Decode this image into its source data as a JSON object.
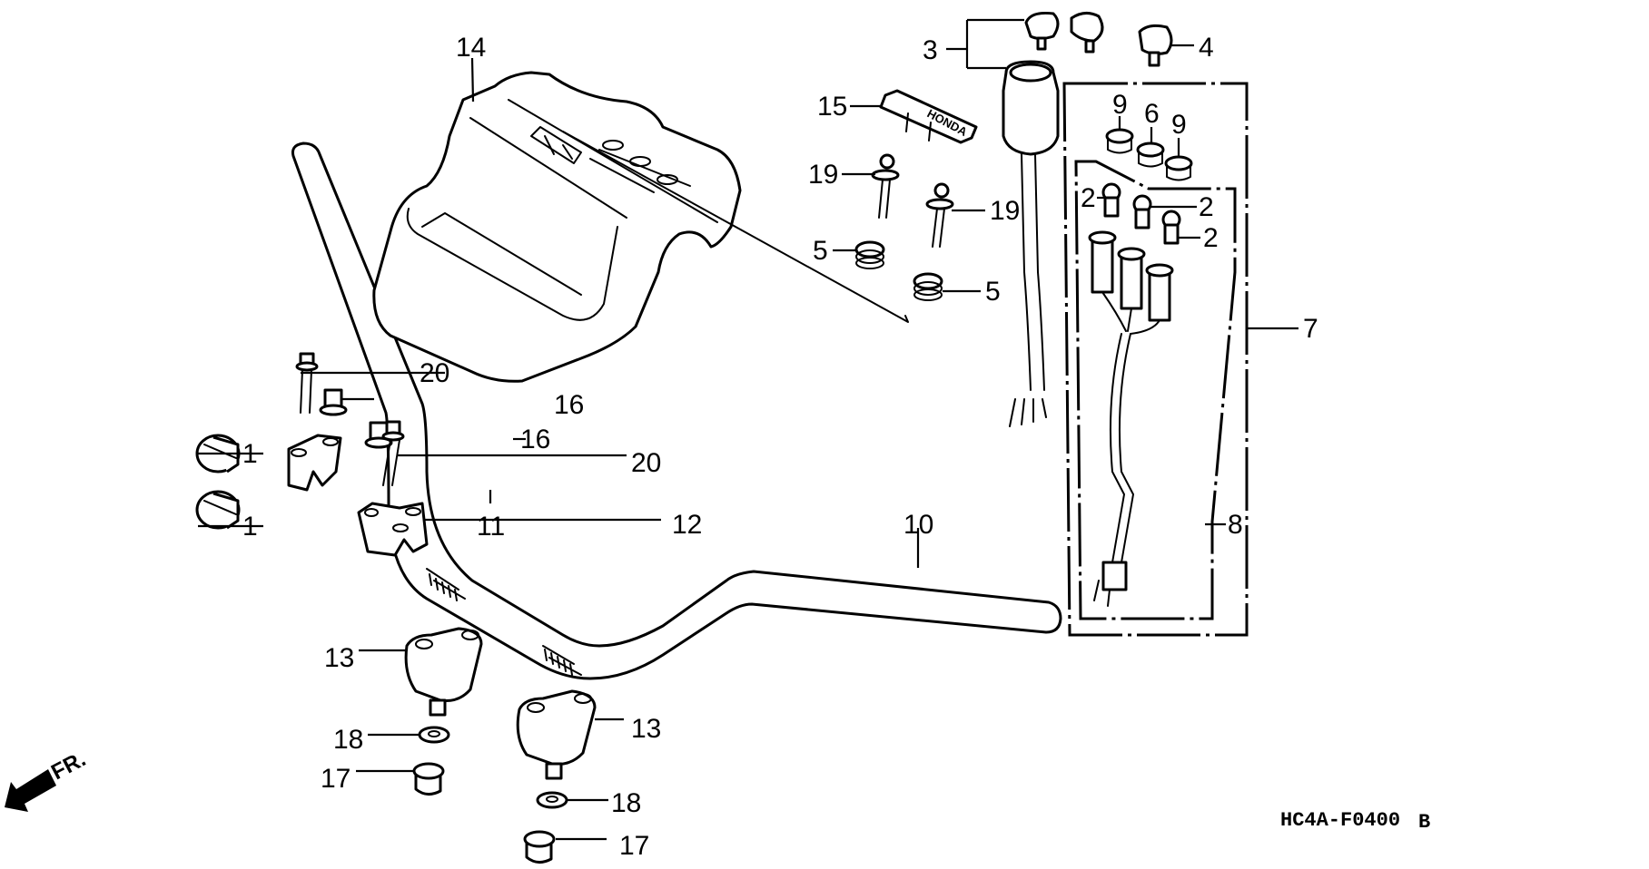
{
  "diagram": {
    "title_code": "HC4A-F0400",
    "revision": "B",
    "direction_indicator": "FR.",
    "emblem_text": "HONDA",
    "colors": {
      "line": "#000000",
      "background": "#ffffff"
    },
    "callouts": [
      {
        "id": "c1a",
        "number": "1",
        "part": "band clamp"
      },
      {
        "id": "c1b",
        "number": "1",
        "part": "band clamp"
      },
      {
        "id": "c2a",
        "number": "2",
        "part": "indicator bulb"
      },
      {
        "id": "c2b",
        "number": "2",
        "part": "indicator bulb"
      },
      {
        "id": "c2c",
        "number": "2",
        "part": "indicator bulb"
      },
      {
        "id": "c3",
        "number": "3",
        "part": "ignition switch with keys"
      },
      {
        "id": "c4",
        "number": "4",
        "part": "key"
      },
      {
        "id": "c5a",
        "number": "5",
        "part": "grommet"
      },
      {
        "id": "c5b",
        "number": "5",
        "part": "grommet"
      },
      {
        "id": "c6",
        "number": "6",
        "part": "lens cap"
      },
      {
        "id": "c7",
        "number": "7",
        "part": "indicator assembly"
      },
      {
        "id": "c8",
        "number": "8",
        "part": "indicator wire harness"
      },
      {
        "id": "c9a",
        "number": "9",
        "part": "lens cap"
      },
      {
        "id": "c9b",
        "number": "9",
        "part": "lens cap"
      },
      {
        "id": "c10",
        "number": "10",
        "part": "handlebar"
      },
      {
        "id": "c11",
        "number": "11",
        "part": "upper holder"
      },
      {
        "id": "c12",
        "number": "12",
        "part": "upper holder"
      },
      {
        "id": "c13a",
        "number": "13",
        "part": "lower holder"
      },
      {
        "id": "c13b",
        "number": "13",
        "part": "lower holder"
      },
      {
        "id": "c14",
        "number": "14",
        "part": "handlebar cover"
      },
      {
        "id": "c15",
        "number": "15",
        "part": "emblem"
      },
      {
        "id": "c16a",
        "number": "16",
        "part": "collar"
      },
      {
        "id": "c16b",
        "number": "16",
        "part": "collar"
      },
      {
        "id": "c17a",
        "number": "17",
        "part": "nut"
      },
      {
        "id": "c17b",
        "number": "17",
        "part": "nut"
      },
      {
        "id": "c18a",
        "number": "18",
        "part": "washer"
      },
      {
        "id": "c18b",
        "number": "18",
        "part": "washer"
      },
      {
        "id": "c19a",
        "number": "19",
        "part": "screw"
      },
      {
        "id": "c19b",
        "number": "19",
        "part": "screw"
      },
      {
        "id": "c20a",
        "number": "20",
        "part": "bolt"
      },
      {
        "id": "c20b",
        "number": "20",
        "part": "bolt"
      }
    ]
  }
}
